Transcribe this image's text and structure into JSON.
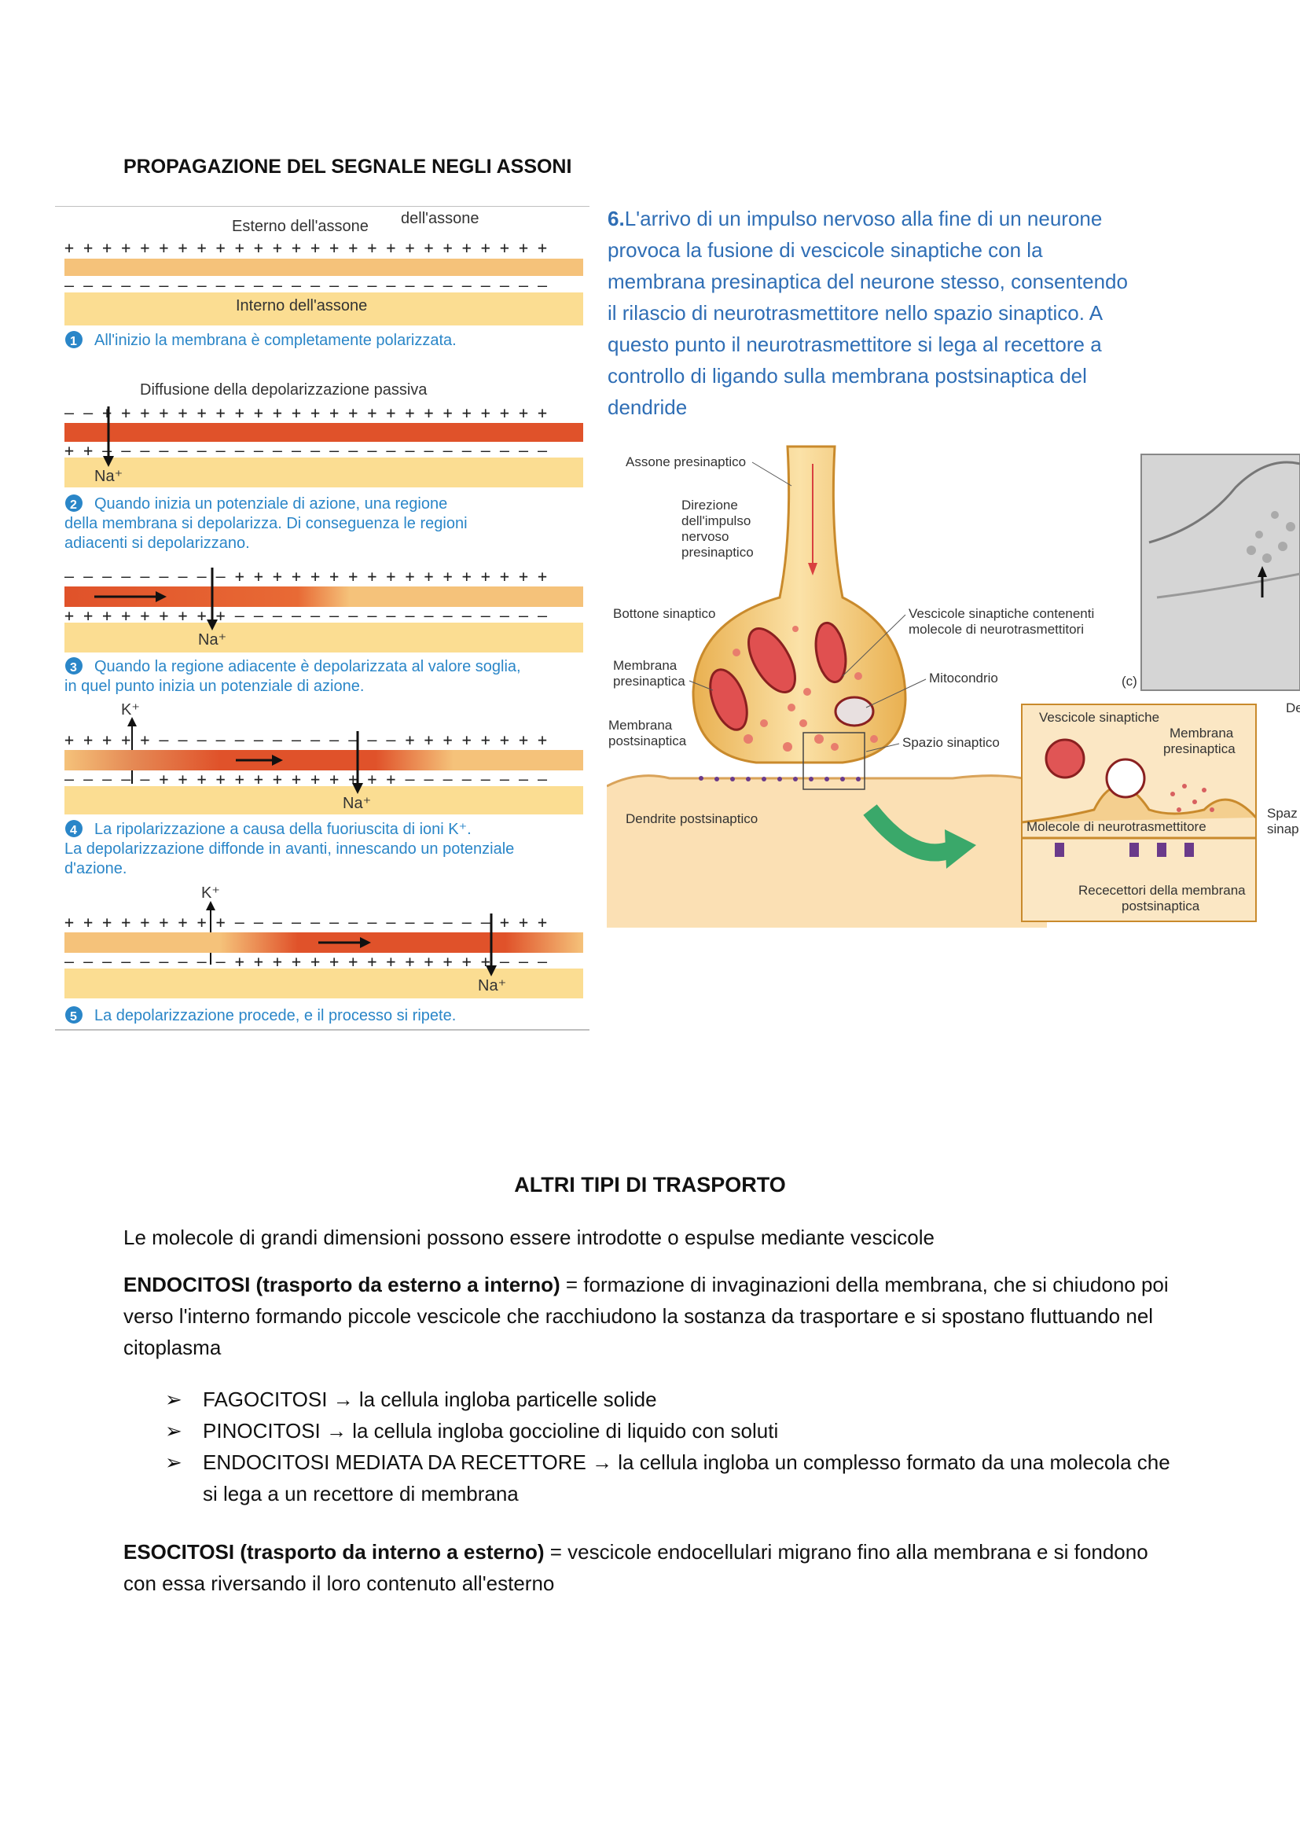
{
  "section1": {
    "title": "PROPAGAZIONE DEL SEGNALE NEGLI ASSONI"
  },
  "axon_figure": {
    "label_external": "Esterno dell'assone",
    "label_external2": "dell'assone",
    "label_internal": "Interno dell'assone",
    "step1_num": "1",
    "step1": "All'inizio la membrana è completamente polarizzata.",
    "passive_label": "Diffusione della depolarizzazione passiva",
    "na": "Na⁺",
    "k": "K⁺",
    "step2_num": "2",
    "step2_line1": "Quando inizia un potenziale di azione, una regione",
    "step2_line2": "della membrana si depolarizza. Di conseguenza le regioni",
    "step2_line3": "adiacenti si depolarizzano.",
    "step3_num": "3",
    "step3_line1": "Quando la regione adiacente è depolarizzata al valore soglia,",
    "step3_line2": "in quel punto inizia un potenziale di azione.",
    "step4_num": "4",
    "step4_line1": "La ripolarizzazione a causa della fuoriuscita di ioni K⁺.",
    "step4_line2": "La depolarizzazione diffonde in avanti, innescando un potenziale",
    "step4_line3": "d'azione.",
    "step5_num": "5",
    "step5": "La depolarizzazione procede, e il processo si ripete."
  },
  "blue_paragraph": {
    "num": "6.",
    "lines": [
      "L'arrivo di un impulso nervoso alla fine di un neurone",
      "provoca la fusione di vescicole sinaptiche con la",
      "membrana presinaptica del neurone stesso, consentendo",
      "il rilascio di neurotrasmettitore nello spazio sinaptico. A",
      "questo punto il neurotrasmettitore si lega al recettore a",
      "controllo di ligando sulla membrana postsinaptica del",
      "dendride"
    ]
  },
  "synapse_figure": {
    "assone": "Assone presinaptico",
    "direzione1": "Direzione",
    "direzione2": "dell'impulso",
    "direzione3": "nervoso",
    "direzione4": "presinaptico",
    "bottone": "Bottone sinaptico",
    "membrana_pre1": "Membrana",
    "membrana_pre2": "presinaptica",
    "membrana_post1": "Membrana",
    "membrana_post2": "postsinaptica",
    "dendrite": "Dendrite postsinaptico",
    "vescicole1": "Vescicole sinaptiche contenenti",
    "vescicole2": "molecole di neurotrasmettitori",
    "mitocondrio": "Mitocondrio",
    "spazio": "Spazio sinaptico",
    "c_label": "(c)",
    "inset_vescicole": "Vescicole sinaptiche",
    "inset_membrana1": "Membrana",
    "inset_membrana2": "presinaptica",
    "inset_molecole": "Molecole di neurotrasmettitore",
    "inset_recettori1": "Rececettori della membrana",
    "inset_recettori2": "postsinaptica",
    "side_spaz1": "Spaz",
    "side_spaz2": "sinap",
    "side_de": "De"
  },
  "section2": {
    "title": "ALTRI TIPI DI TRASPORTO",
    "intro": "Le molecole di grandi dimensioni possono essere introdotte o espulse mediante vescicole",
    "endo_bold": "ENDOCITOSI (trasporto da esterno a interno)",
    "endo_text": " = formazione di invaginazioni della membrana, che si chiudono poi verso l'interno formando piccole vescicole che racchiudono la sostanza da trasportare e si spostano fluttuando nel citoplasma",
    "bullets": [
      "FAGOCITOSI → la cellula ingloba particelle solide",
      "PINOCITOSI → la cellula ingloba goccioline di liquido con soluti",
      "ENDOCITOSI MEDIATA DA RECETTORE → la cellula ingloba un complesso formato da una molecola che si lega a un recettore di membrana"
    ],
    "bullet_mark": "➢",
    "eso_bold": "ESOCITOSI (trasporto da interno a esterno)",
    "eso_text": " = vescicole endocellulari migrano fino alla membrana e si fondono con essa riversando il loro contenuto all'esterno"
  }
}
